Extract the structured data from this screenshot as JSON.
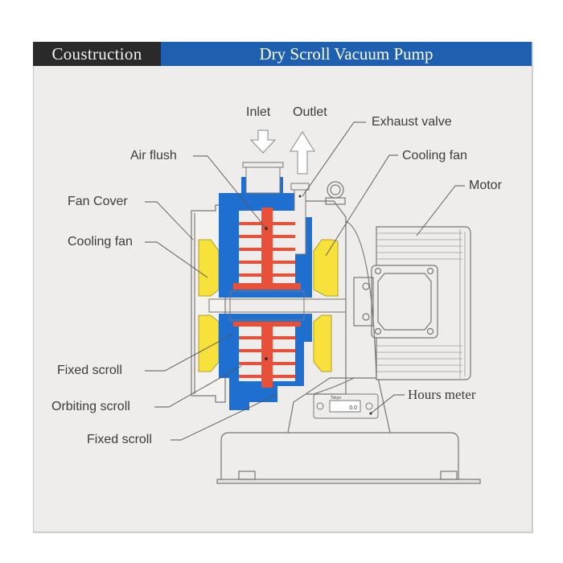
{
  "header": {
    "section_label": "Coustruction",
    "title": "Dry Scroll Vacuum Pump"
  },
  "labels": {
    "inlet": "Inlet",
    "outlet": "Outlet",
    "exhaust_valve": "Exhaust valve",
    "air_flush": "Air flush",
    "cooling_fan_right": "Cooling fan",
    "motor": "Motor",
    "fan_cover": "Fan Cover",
    "cooling_fan_left": "Cooling fan",
    "fixed_scroll_upper": "Fixed scroll",
    "orbiting_scroll": "Orbiting scroll",
    "fixed_scroll_lower": "Fixed scroll",
    "hours_meter": "Hours meter"
  },
  "hours_meter_display": {
    "brand": "Tokyo",
    "reading": "0.0"
  },
  "colors": {
    "header_dark": "#2a2a2a",
    "header_blue": "#1f5fb0",
    "housing_blue": "#1f6fd0",
    "scroll_red": "#e8503a",
    "fan_yellow": "#f7e13a",
    "background": "#efedeb",
    "line": "#555555"
  }
}
